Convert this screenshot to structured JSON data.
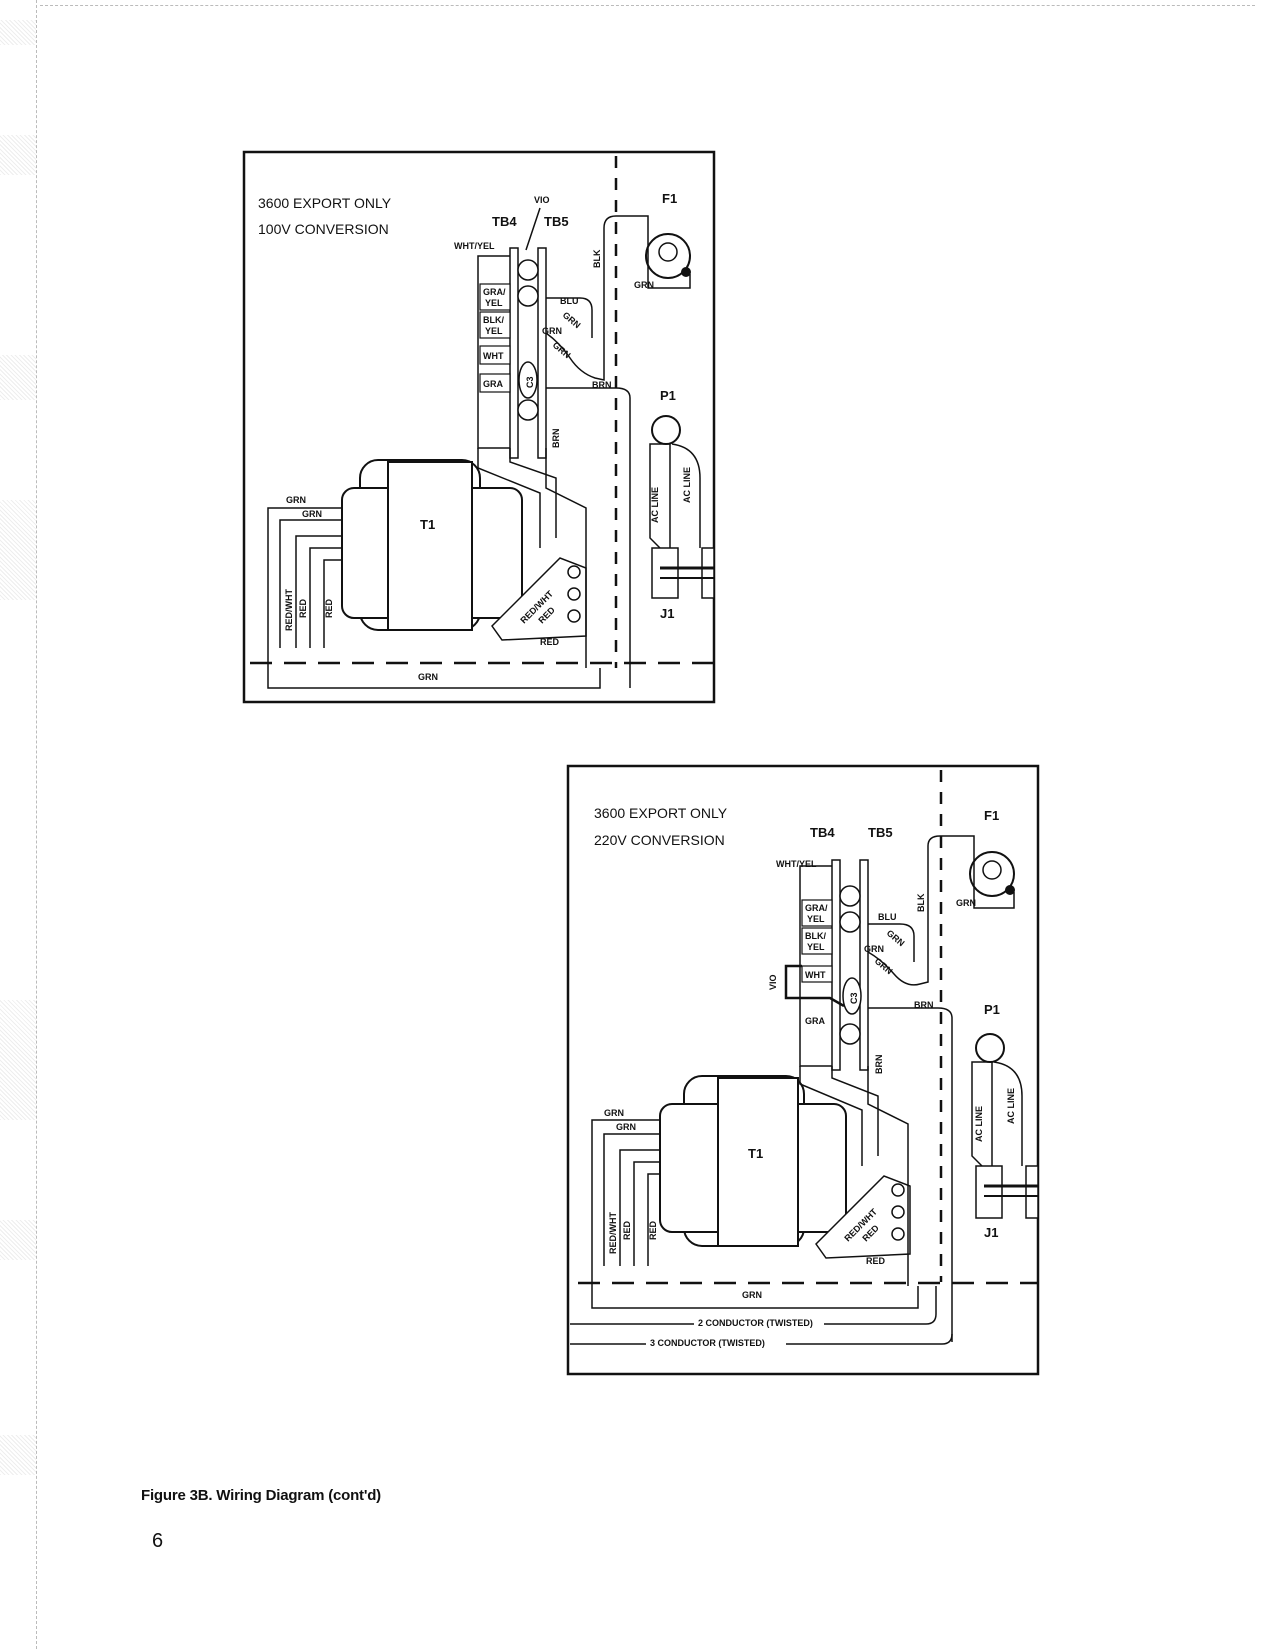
{
  "diagram_a": {
    "title_line1": "3600 EXPORT ONLY",
    "title_line2": "100V CONVERSION",
    "tb4": "TB4",
    "tb5": "TB5",
    "vio": "VIO",
    "wht_yel": "WHT/YEL",
    "gra_yel_1": "GRA/",
    "gra_yel_2": "YEL",
    "blk_yel_1": "BLK/",
    "blk_yel_2": "YEL",
    "wht": "WHT",
    "gra": "GRA",
    "c3": "C3",
    "blu": "BLU",
    "grn_a": "GRN",
    "grn_b": "GRN",
    "grn_c": "GRN",
    "brn_h": "BRN",
    "brn_v": "BRN",
    "blk": "BLK",
    "f1": "F1",
    "grn_f1": "GRN",
    "p1": "P1",
    "ac_line_1": "AC LINE",
    "ac_line_2": "AC LINE",
    "j1": "J1",
    "t1": "T1",
    "grn_top1": "GRN",
    "grn_top2": "GRN",
    "red_wht_v": "RED/WHT",
    "red_v1": "RED",
    "red_v2": "RED",
    "red_wht_d": "RED/WHT",
    "red_d": "RED",
    "red_h": "RED",
    "grn_bottom": "GRN"
  },
  "diagram_b": {
    "title_line1": "3600 EXPORT ONLY",
    "title_line2": "220V CONVERSION",
    "tb4": "TB4",
    "tb5": "TB5",
    "vio": "VIO",
    "wht_yel": "WHT/YEL",
    "gra_yel_1": "GRA/",
    "gra_yel_2": "YEL",
    "blk_yel_1": "BLK/",
    "blk_yel_2": "YEL",
    "wht": "WHT",
    "gra": "GRA",
    "c3": "C3",
    "blu": "BLU",
    "grn_a": "GRN",
    "grn_b": "GRN",
    "grn_c": "GRN",
    "brn_h": "BRN",
    "brn_v": "BRN",
    "blk": "BLK",
    "f1": "F1",
    "grn_f1": "GRN",
    "p1": "P1",
    "ac_line_1": "AC LINE",
    "ac_line_2": "AC LINE",
    "j1": "J1",
    "t1": "T1",
    "grn_top1": "GRN",
    "grn_top2": "GRN",
    "red_wht_v": "RED/WHT",
    "red_v1": "RED",
    "red_v2": "RED",
    "red_wht_d": "RED/WHT",
    "red_d": "RED",
    "red_h": "RED",
    "grn_bottom": "GRN",
    "conductor_2": "2 CONDUCTOR (TWISTED)",
    "conductor_3": "3 CONDUCTOR (TWISTED)"
  },
  "caption": "Figure 3B. Wiring Diagram (cont'd)",
  "page_number": "6"
}
